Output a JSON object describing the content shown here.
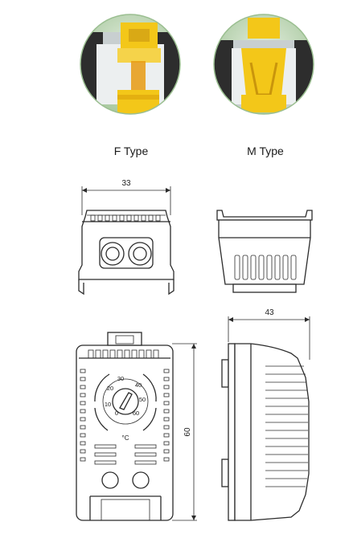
{
  "photos": {
    "f_type_label": "F Type",
    "m_type_label": "M Type"
  },
  "dimensions": {
    "front_top_width": "33",
    "side_depth": "43",
    "front_height": "60"
  },
  "dial": {
    "scale": [
      "0",
      "10",
      "20",
      "30",
      "40",
      "50",
      "60"
    ],
    "unit": "°C"
  },
  "colors": {
    "photo_background": "#bcd8b4",
    "clip_yellow": "#f3c719",
    "housing_gray": "#d9d9d9",
    "line": "#2b2b2b"
  }
}
